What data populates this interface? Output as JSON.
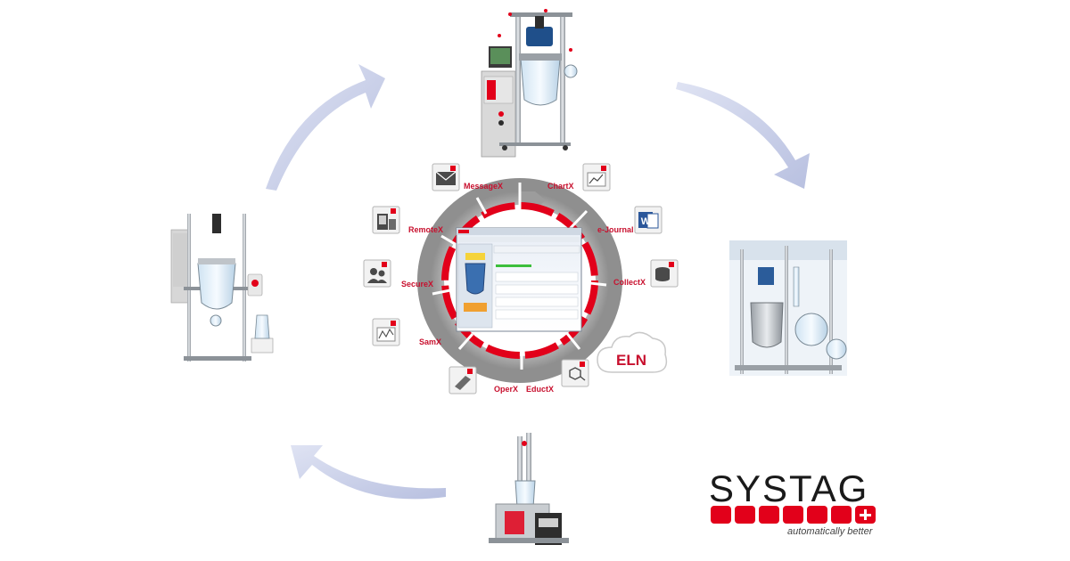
{
  "modules": [
    {
      "key": "messagex",
      "label": "MessageX",
      "icon": "envelope-icon"
    },
    {
      "key": "chartx",
      "label": "ChartX",
      "icon": "chart-icon"
    },
    {
      "key": "ejournal",
      "label": "e-Journal",
      "icon": "word-document-icon"
    },
    {
      "key": "collectx",
      "label": "CollectX",
      "icon": "database-icon"
    },
    {
      "key": "educx",
      "label": "EductX",
      "icon": "molecule-icon"
    },
    {
      "key": "operx",
      "label": "OperX",
      "icon": "scanner-icon"
    },
    {
      "key": "samx",
      "label": "SamX",
      "icon": "sample-chart-icon"
    },
    {
      "key": "securex",
      "label": "SecureX",
      "icon": "users-icon"
    },
    {
      "key": "remotex",
      "label": "RemoteX",
      "icon": "remote-device-icon"
    }
  ],
  "eln_label": "ELN",
  "word_icon_letter": "W",
  "logo": {
    "word": "SYSTAG",
    "tagline": "automatically better"
  },
  "colors": {
    "accent_red": "#c8102e",
    "ring_red": "#e2001a",
    "arrow_blue": "#c5cce8",
    "ring_grey": "#a8a8a8"
  }
}
